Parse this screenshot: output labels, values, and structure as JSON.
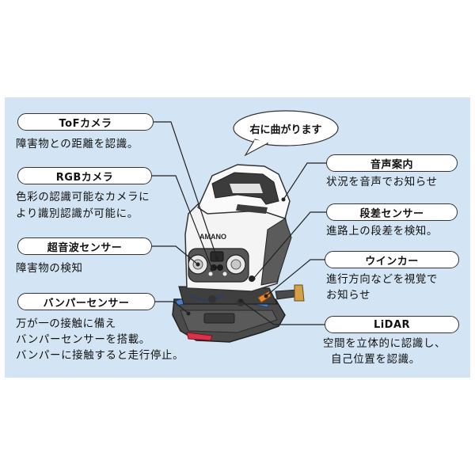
{
  "speech_bubble": "右に曲がります",
  "logo": "AMANO",
  "left_callouts": [
    {
      "label": "ToFカメラ",
      "lines": [
        "障害物との距離を認識。"
      ]
    },
    {
      "label": "RGBカメラ",
      "lines": [
        "色彩の認識可能なカメラに",
        "より識別認識が可能に。"
      ]
    },
    {
      "label": "超音波センサー",
      "lines": [
        "障害物の検知"
      ]
    },
    {
      "label": "バンパーセンサー",
      "lines": [
        "万が一の接触に備え",
        "バンパーセンサーを搭載。",
        "バンパーに接触すると走行停止。"
      ]
    }
  ],
  "right_callouts": [
    {
      "label": "音声案内",
      "lines": [
        "状況を音声でお知らせ"
      ]
    },
    {
      "label": "段差センサー",
      "lines": [
        "進路上の段差を検知。"
      ]
    },
    {
      "label": "ウインカー",
      "lines": [
        "進行方向などを視覚で",
        "お知らせ"
      ]
    },
    {
      "label": "LiDAR",
      "lines": [
        "空間を立体的に認識し、",
        "自己位置を認識。"
      ]
    }
  ],
  "colors": {
    "panel_background": "#d3e5f4",
    "robot_body": "#f4f4f4",
    "robot_base": "#4a4a4a",
    "bumper_strip": "#4f7ec7",
    "brake_light": "#d9334a",
    "turn_signal": "#e8882a"
  }
}
